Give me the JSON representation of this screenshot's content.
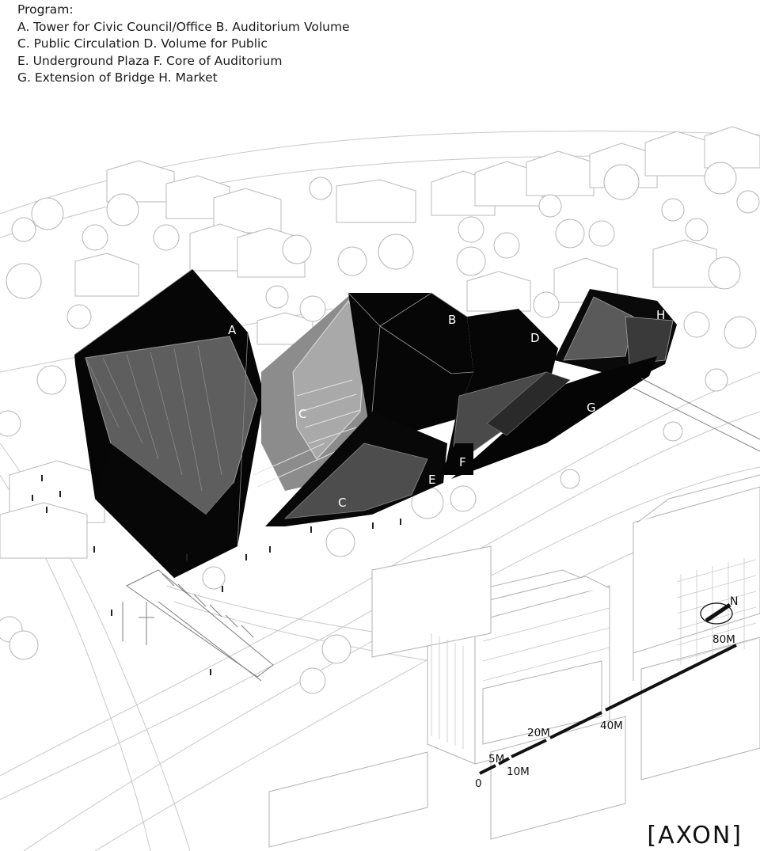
{
  "legend": {
    "heading": "Program:",
    "lines": [
      "A. Tower for Civic Council/Office   B. Auditorium Volume",
      "C. Public Circulation  D. Volume for Public",
      "E. Underground Plaza  F. Core of Auditorium",
      "G. Extension of Bridge  H. Market"
    ]
  },
  "labels": {
    "A": "A",
    "B": "B",
    "C1": "C",
    "C2": "C",
    "D": "D",
    "E": "E",
    "F": "F",
    "G": "G",
    "H": "H"
  },
  "scale_bar": {
    "zero": "0",
    "m5": "5M",
    "m10": "10M",
    "m20": "20M",
    "m40": "40M",
    "m80": "80M"
  },
  "north": {
    "label": "N"
  },
  "caption": "[AXON]",
  "colors": {
    "mass": "#060606",
    "glass": "#6a6a6a",
    "line": "#bdbdbd",
    "context": "#d0d0d0"
  }
}
